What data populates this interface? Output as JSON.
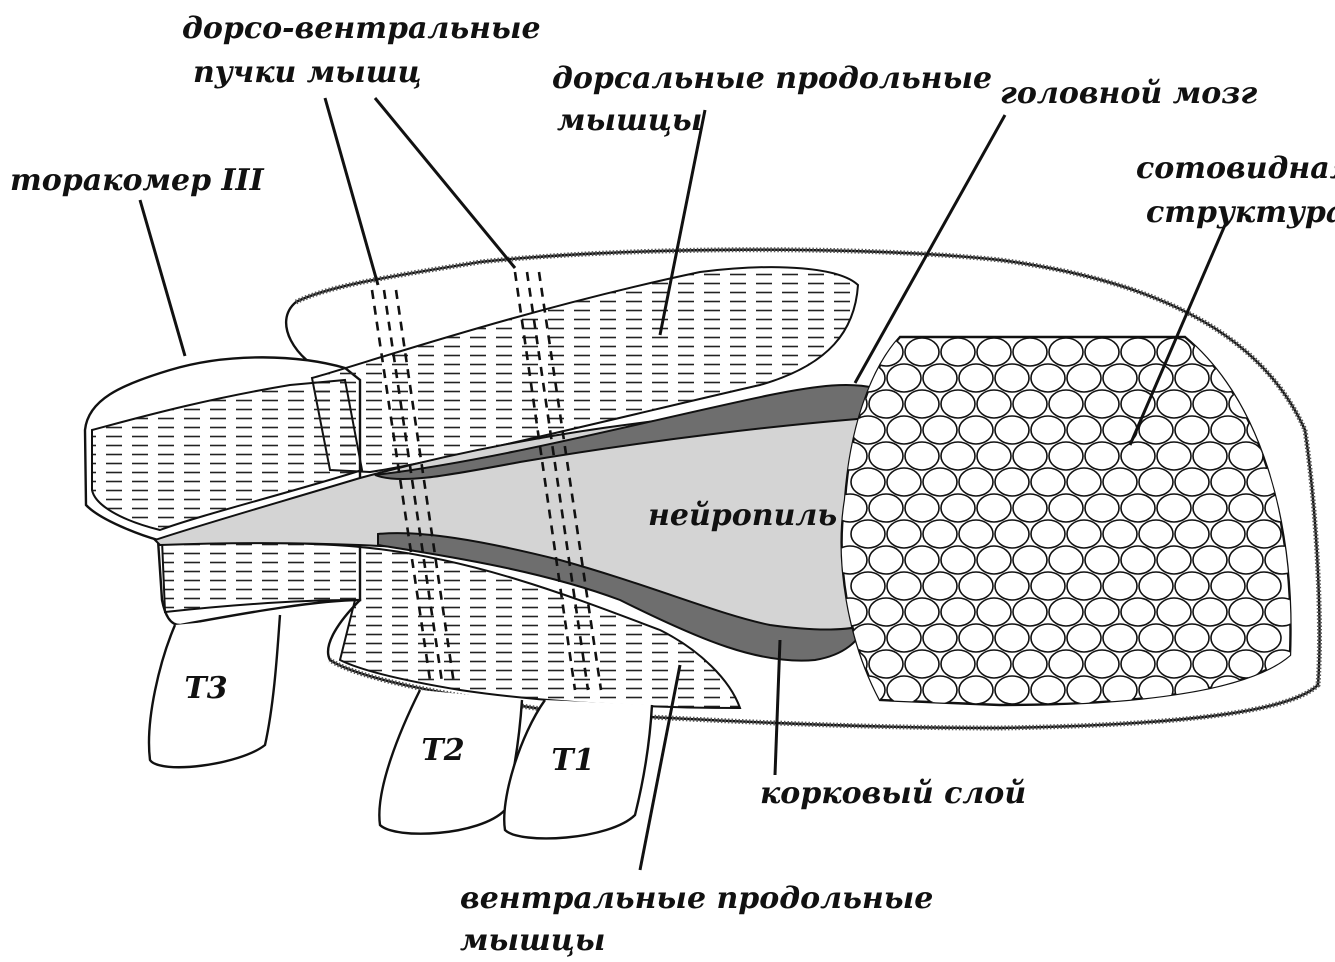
{
  "labels": {
    "dorso_ventral_1": "дорсо-вентральные",
    "dorso_ventral_2": "пучки мышц",
    "dorsal_long_1": "дорсальные продольные",
    "dorsal_long_2": "мышцы",
    "brain": "головной мозг",
    "thoracomere": "торакомер III",
    "honeycomb_1": "сотовидная",
    "honeycomb_2": "структура",
    "neuropil": "нейропиль",
    "cortical": "корковый слой",
    "ventral_long_1": "вентральные продольные",
    "ventral_long_2": "мышцы",
    "leg_t3": "Т3",
    "leg_t2": "Т2",
    "leg_t1": "Т1"
  },
  "colors": {
    "neuropil_fill": "#d4d4d4",
    "cortical_fill": "#6e6e6e",
    "outline": "#111111"
  }
}
